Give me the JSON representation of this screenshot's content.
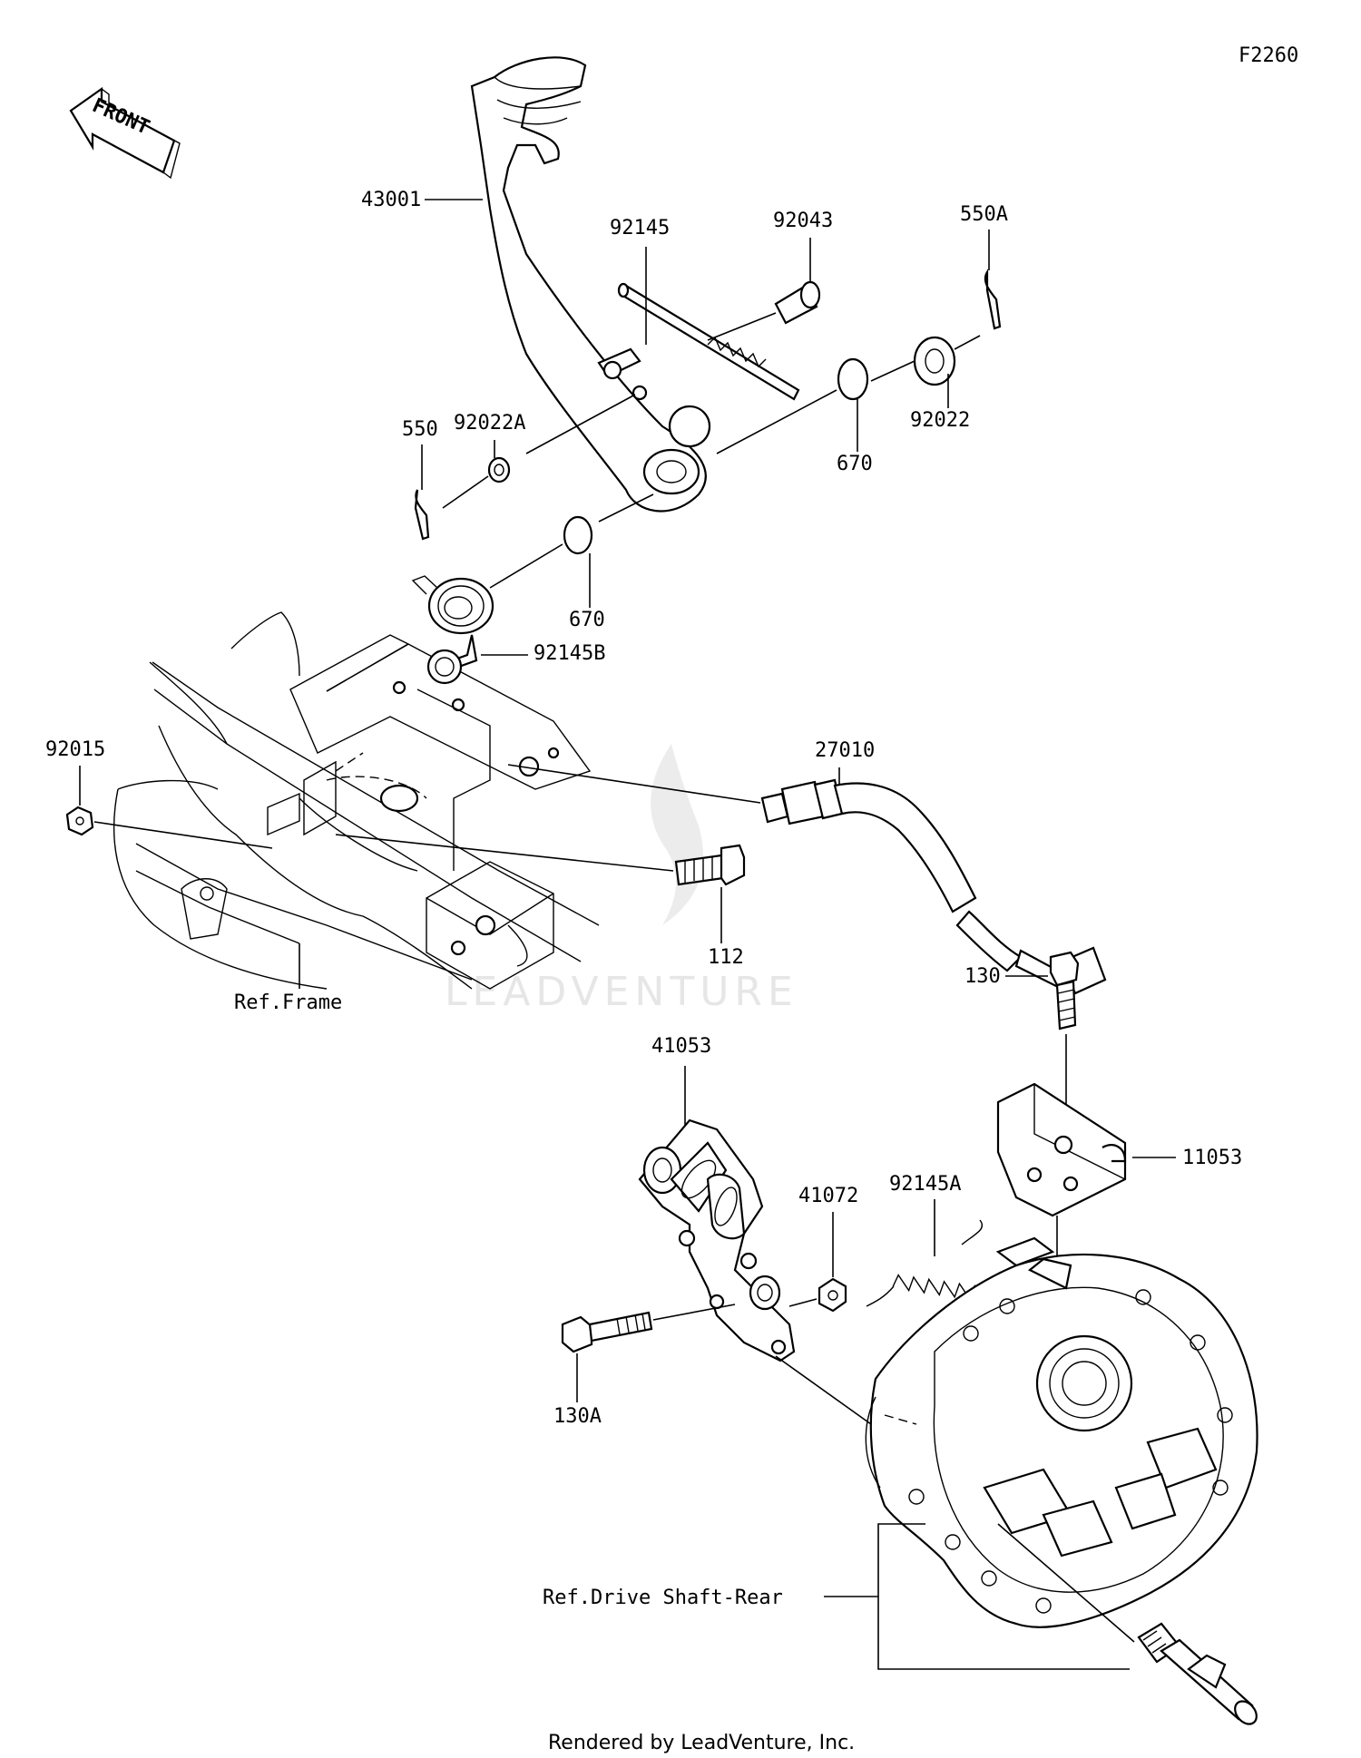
{
  "diagram": {
    "code": "F2260",
    "front_label": "FRONT",
    "watermark": "LEADVENTURE",
    "footer": "Rendered by LeadVenture, Inc.",
    "parts": [
      {
        "id": "p43001",
        "number": "43001"
      },
      {
        "id": "p92145",
        "number": "92145"
      },
      {
        "id": "p92043",
        "number": "92043"
      },
      {
        "id": "p550A",
        "number": "550A"
      },
      {
        "id": "p92022A",
        "number": "92022A"
      },
      {
        "id": "p550",
        "number": "550"
      },
      {
        "id": "p670a",
        "number": "670"
      },
      {
        "id": "p92022",
        "number": "92022"
      },
      {
        "id": "p670b",
        "number": "670"
      },
      {
        "id": "p92145B",
        "number": "92145B"
      },
      {
        "id": "p92015",
        "number": "92015"
      },
      {
        "id": "p27010",
        "number": "27010"
      },
      {
        "id": "p112",
        "number": "112"
      },
      {
        "id": "p130",
        "number": "130"
      },
      {
        "id": "p41053",
        "number": "41053"
      },
      {
        "id": "p11053",
        "number": "11053"
      },
      {
        "id": "p41072",
        "number": "41072"
      },
      {
        "id": "p92145A",
        "number": "92145A"
      },
      {
        "id": "p130A",
        "number": "130A"
      }
    ],
    "references": [
      {
        "id": "ref_frame",
        "text": "Ref.Frame"
      },
      {
        "id": "ref_drive",
        "text": "Ref.Drive Shaft-Rear"
      }
    ]
  }
}
